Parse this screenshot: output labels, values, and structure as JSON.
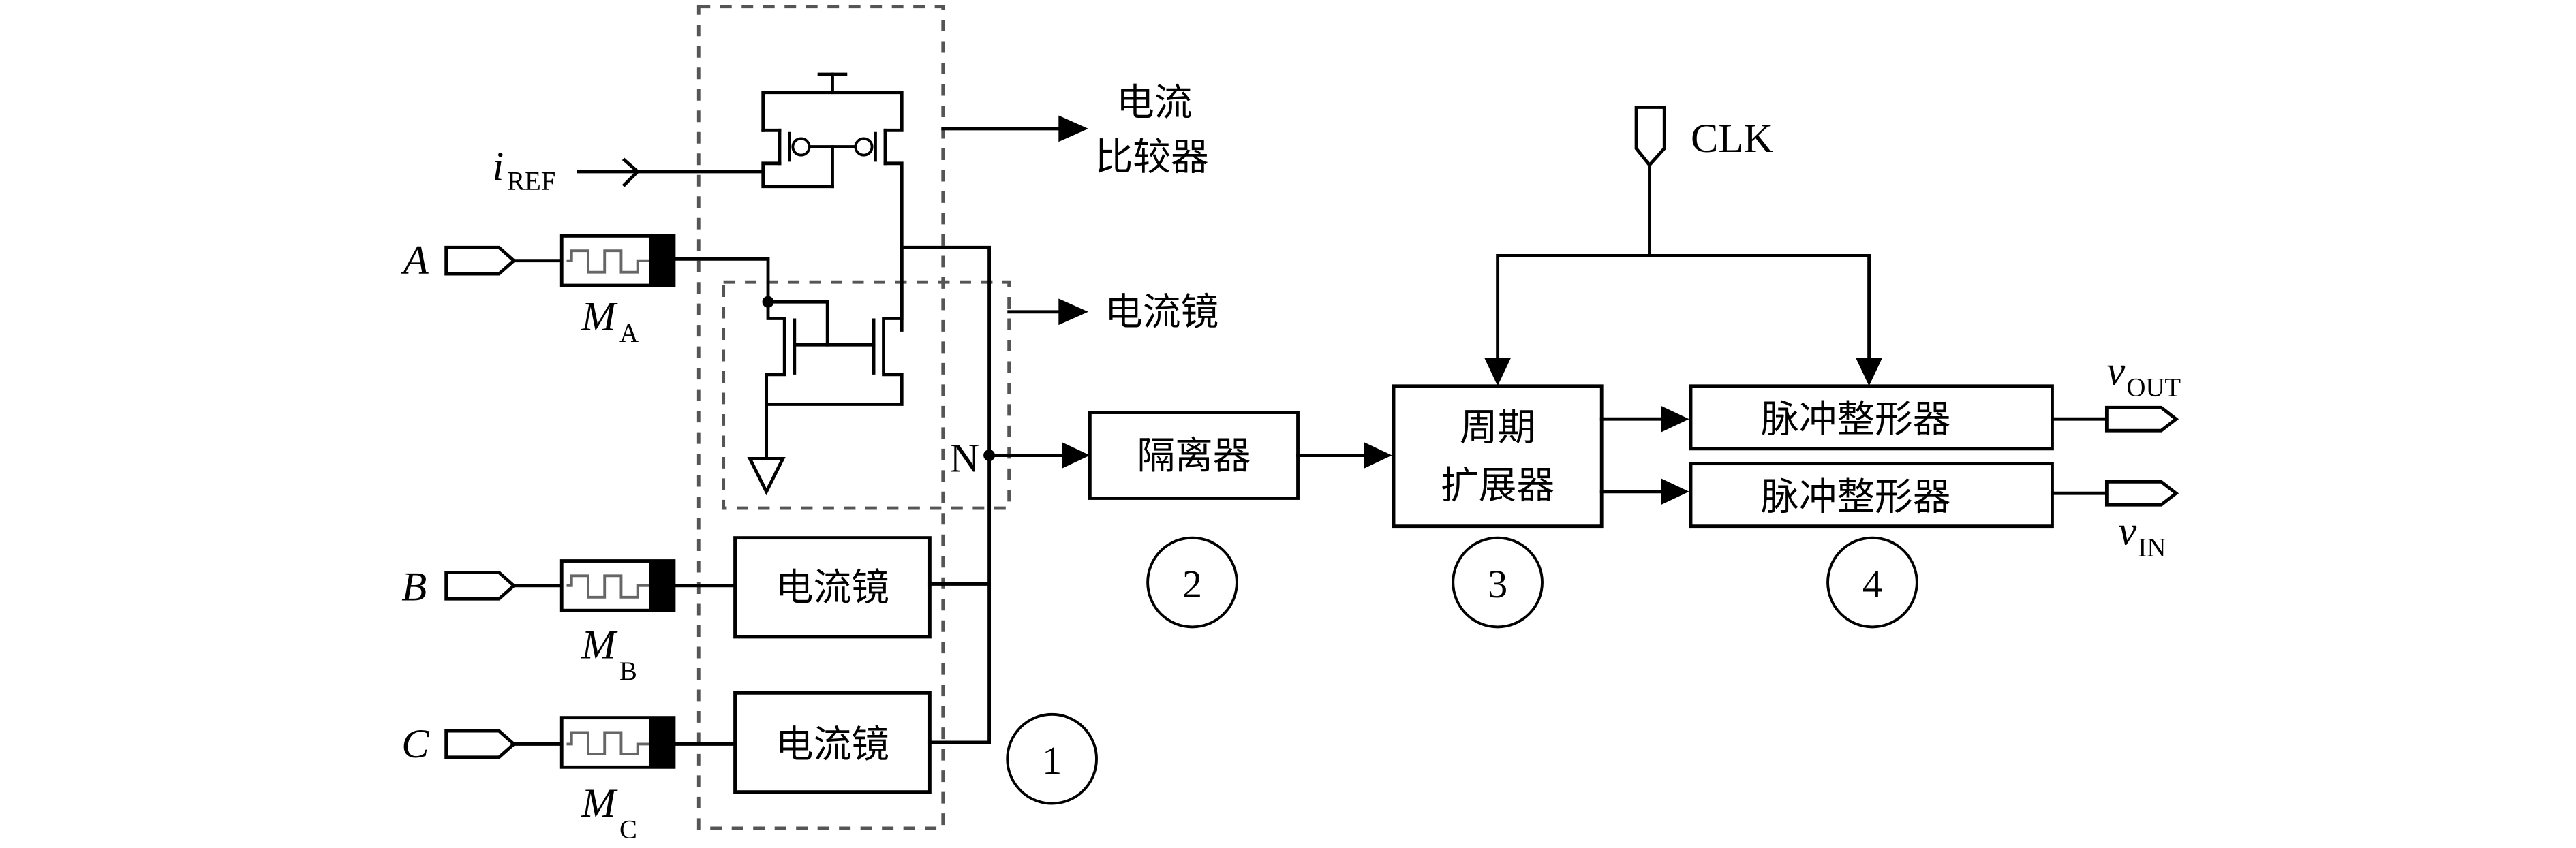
{
  "diagram": {
    "inputs": [
      {
        "label": "A",
        "modulator": {
          "label": "M",
          "subscript": "A"
        }
      },
      {
        "label": "B",
        "modulator": {
          "label": "M",
          "subscript": "B"
        }
      },
      {
        "label": "C",
        "modulator": {
          "label": "M",
          "subscript": "C"
        }
      }
    ],
    "iref": {
      "label": "i",
      "subscript": "REF"
    },
    "annotations": {
      "comparator_line1": "电流",
      "comparator_line2": "比较器",
      "mirror": "电流镜"
    },
    "mirror_blocks": [
      "电流镜",
      "电流镜"
    ],
    "node_label": "N",
    "isolator": "隔离器",
    "period_extender": {
      "line1": "周期",
      "line2": "扩展器"
    },
    "pulse_shapers": [
      "脉冲整形器",
      "脉冲整形器"
    ],
    "clock": "CLK",
    "outputs": [
      {
        "label": "v",
        "subscript": "OUT"
      },
      {
        "label": "v",
        "subscript": "IN"
      }
    ],
    "stage_numbers": [
      "1",
      "2",
      "3",
      "4"
    ]
  }
}
